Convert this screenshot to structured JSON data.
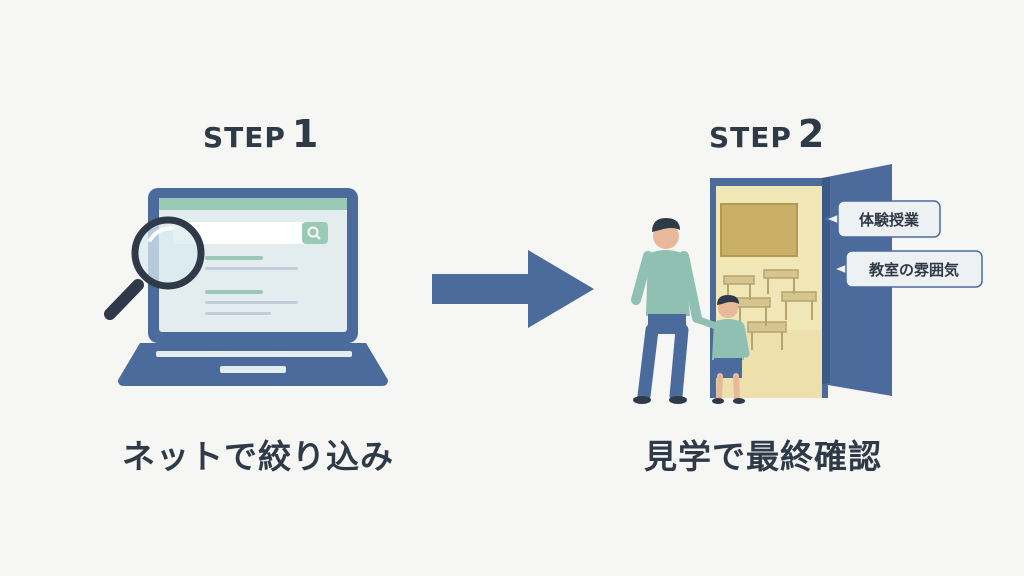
{
  "step1": {
    "label": "STEP",
    "number": "1",
    "caption": "ネットで絞り込み"
  },
  "step2": {
    "label": "STEP",
    "number": "2",
    "caption": "見学で最終確認",
    "bubble_top": "体験授業",
    "bubble_bottom": "教室の雰囲気"
  },
  "colors": {
    "navy": "#4a6b9c",
    "dark": "#2f3a48",
    "mint": "#8fc0b2",
    "screen": "#e3ecef",
    "green_line": "#9ac9b5",
    "classroom": "#f1e6b5"
  },
  "icons": {
    "laptop": "laptop-icon",
    "magnifier": "magnifying-glass-icon",
    "arrow": "arrow-right-icon",
    "door": "door-icon"
  }
}
